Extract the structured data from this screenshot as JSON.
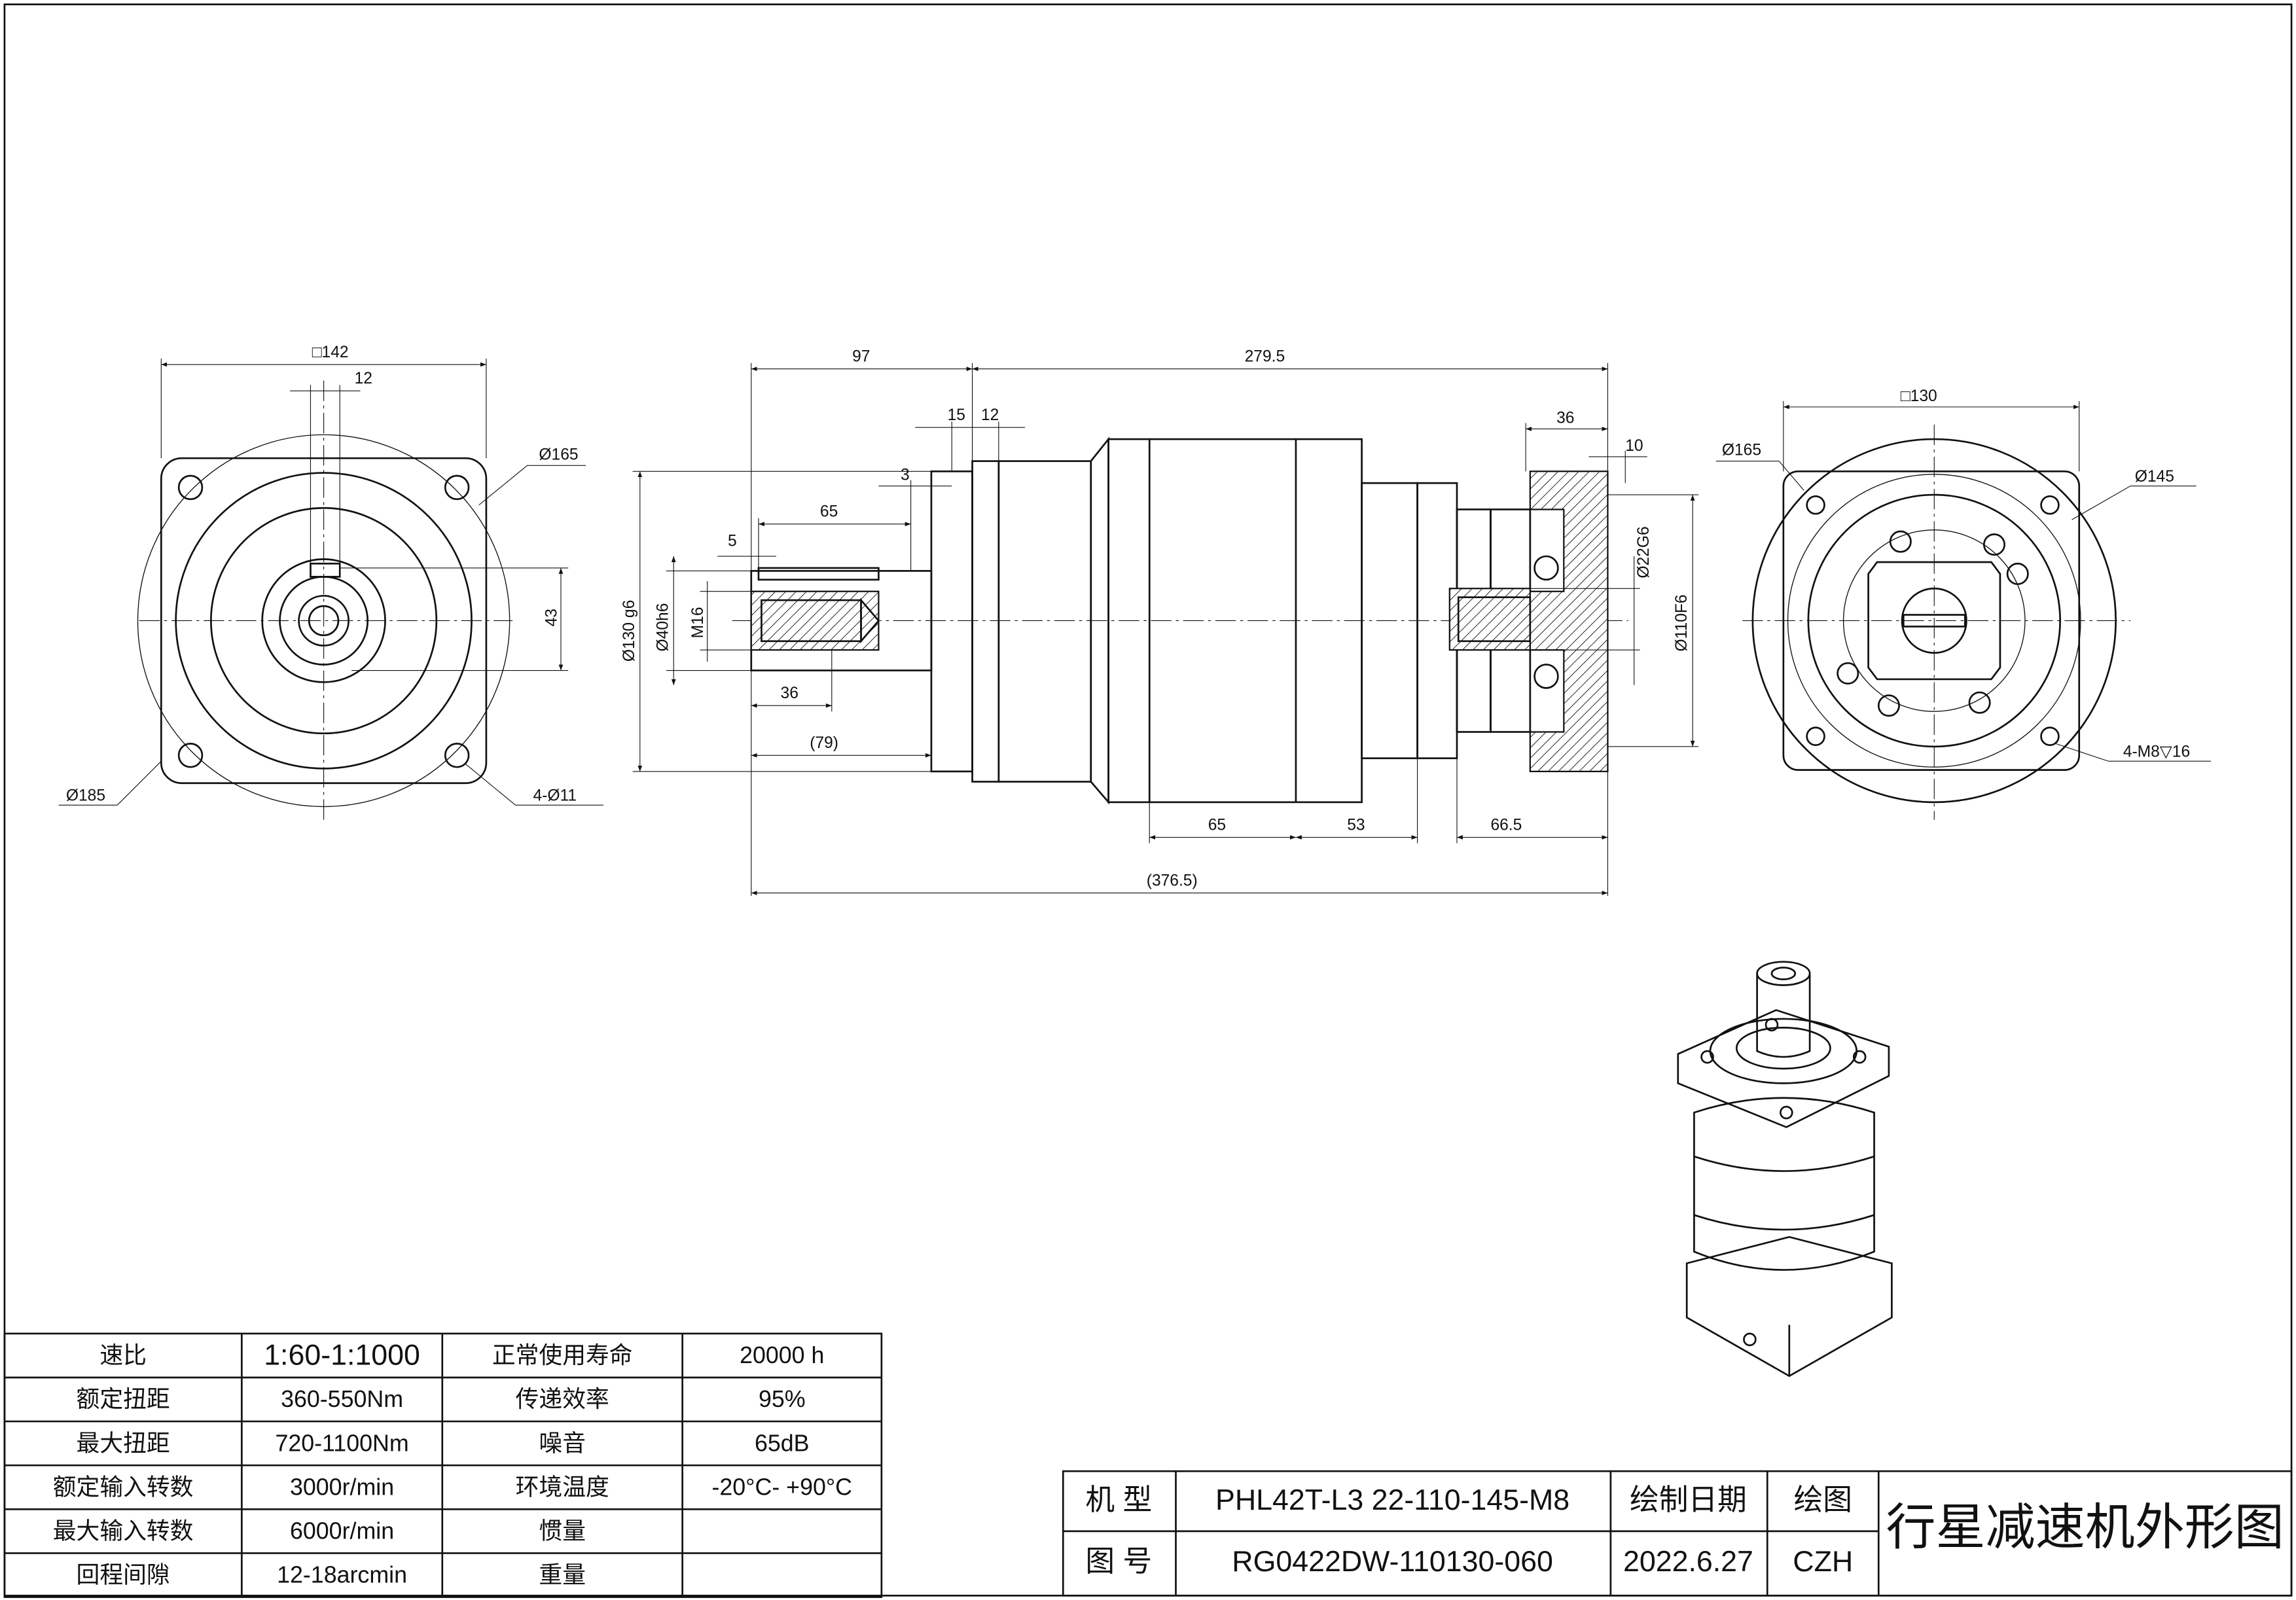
{
  "front_view": {
    "dims": {
      "square": "□142",
      "key": "12",
      "height": "43",
      "pcd": "Ø165",
      "outer": "Ø185",
      "holes": "4-Ø11"
    }
  },
  "side_view": {
    "dims": {
      "d97": "97",
      "d279": "279.5",
      "d15": "15",
      "d12": "12",
      "d36top": "36",
      "d10": "10",
      "d3": "3",
      "d65a": "65",
      "d5": "5",
      "d36": "36",
      "d79": "(79)",
      "d65b": "65",
      "d53": "53",
      "d66": "66.5",
      "d376": "(376.5)",
      "d130": "Ø130 g6",
      "d40": "Ø40h6",
      "m16": "M16",
      "d22": "Ø22G6",
      "d110": "Ø110F6"
    }
  },
  "rear_view": {
    "dims": {
      "square": "□130",
      "outer": "Ø165",
      "pcd": "Ø145",
      "holes": "4-M8▽16"
    }
  },
  "spec_table": [
    [
      "速比",
      "1:60-1:1000",
      "正常使用寿命",
      "20000 h"
    ],
    [
      "额定扭距",
      "360-550Nm",
      "传递效率",
      "95%"
    ],
    [
      "最大扭距",
      "720-1100Nm",
      "噪音",
      "65dB"
    ],
    [
      "额定输入转数",
      "3000r/min",
      "环境温度",
      "-20°C- +90°C"
    ],
    [
      "最大输入转数",
      "6000r/min",
      "惯量",
      ""
    ],
    [
      "回程间隙",
      "12-18arcmin",
      "重量",
      ""
    ]
  ],
  "title_block": {
    "model_label": "机 型",
    "model_value": "PHL42T-L3 22-110-145-M8",
    "drawing_no_label": "图 号",
    "drawing_no_value": "RG0422DW-110130-060",
    "date_label": "绘制日期",
    "date_value": "2022.6.27",
    "drawer_label": "绘图",
    "drawer_value": "CZH",
    "title": "行星减速机外形图"
  }
}
